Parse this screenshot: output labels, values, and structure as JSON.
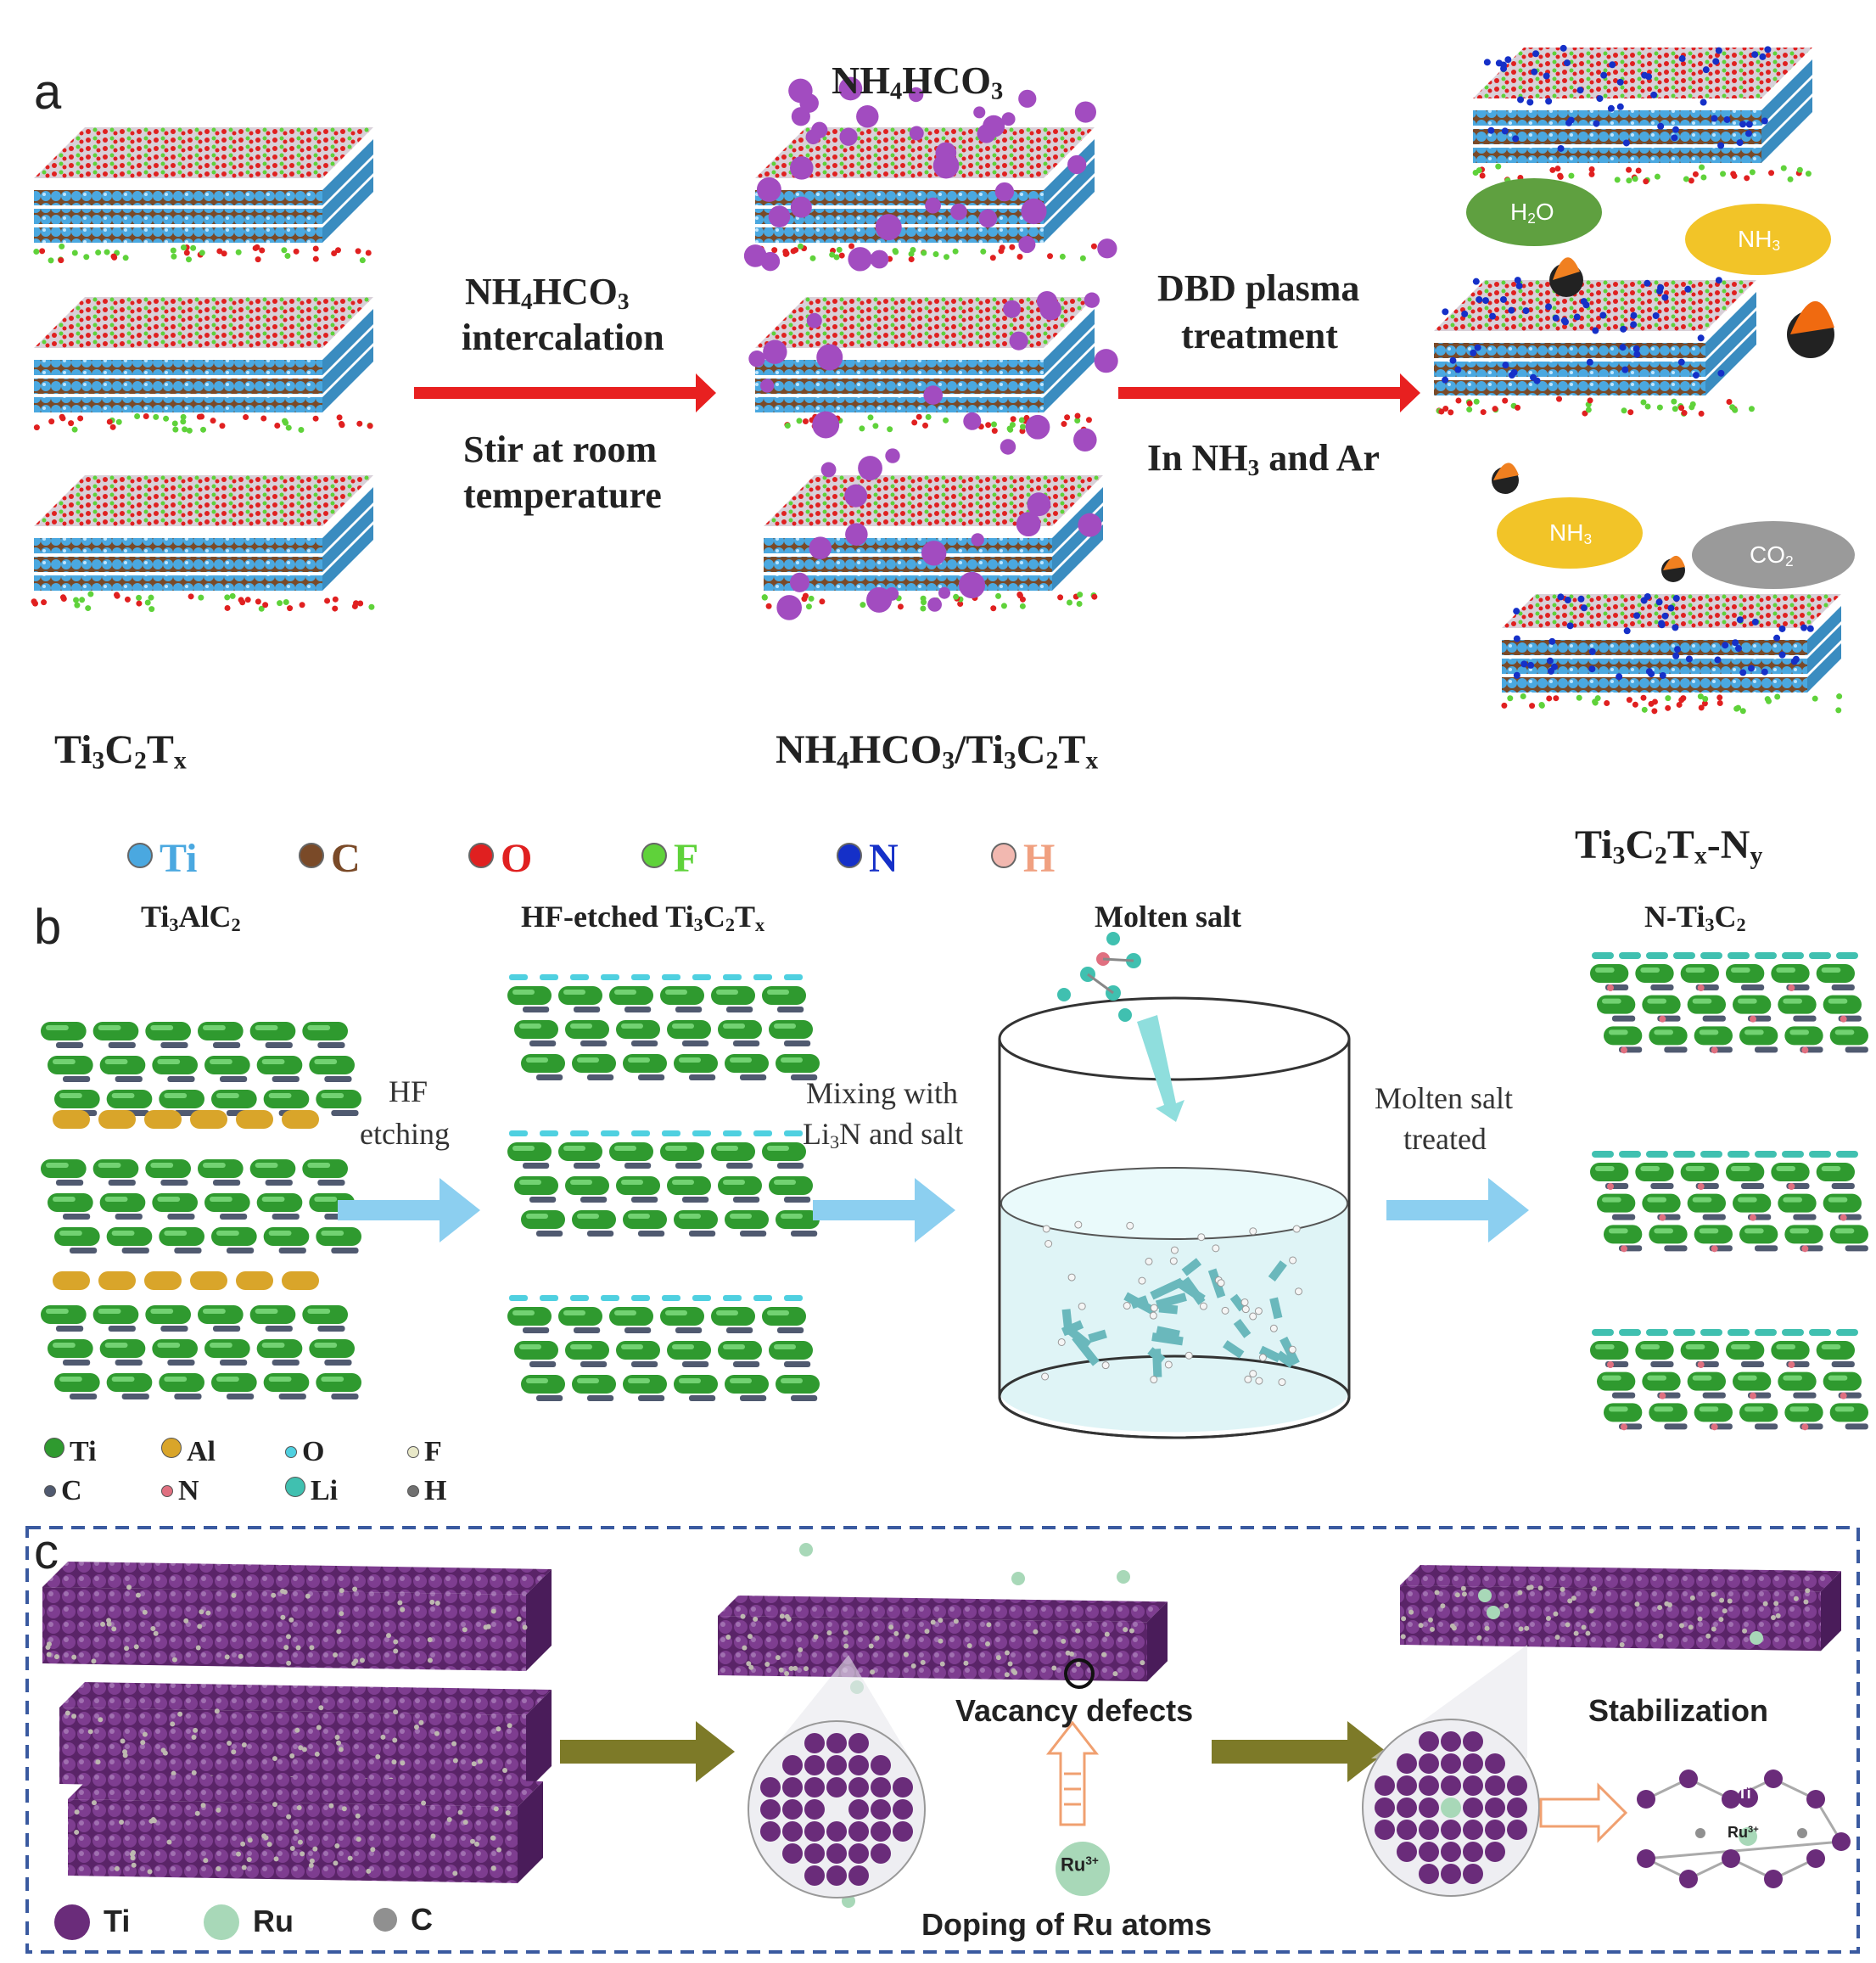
{
  "panels": {
    "a": "a",
    "b": "b",
    "c": "c"
  },
  "panel_a": {
    "reagent_top": "NH4HCO3",
    "step1_line1": "NH4HCO3",
    "step1_line2": "intercalation",
    "step1_line3": "Stir at room",
    "step1_line4": "temperature",
    "step2_line1": "DBD plasma",
    "step2_line2": "treatment",
    "step2_line3": "In NH3 and Ar",
    "label_left": "Ti3C2Tx",
    "label_mid": "NH4HCO3/Ti3C2Tx",
    "label_right": "Ti3C2Tx-Ny",
    "clouds": [
      "H2O",
      "NH3",
      "NH3",
      "CO2"
    ],
    "legend": [
      "Ti",
      "C",
      "O",
      "F",
      "N",
      "H"
    ],
    "legend_colors": [
      "#4aa8e0",
      "#7a4a28",
      "#e02020",
      "#5fd23a",
      "#1530c8",
      "#f2b8b0"
    ]
  },
  "panel_b": {
    "titles": [
      "Ti3AlC2",
      "HF-etched Ti3C2Tx",
      "Molten salt",
      "N-Ti3C2"
    ],
    "step1": [
      "HF",
      "etching"
    ],
    "step2": [
      "Mixing with",
      "Li3N and salt"
    ],
    "step3": [
      "Molten salt",
      "treated"
    ],
    "legend": [
      "Ti",
      "Al",
      "O",
      "F",
      "C",
      "N",
      "Li",
      "H"
    ],
    "legend_colors": [
      "#2f9a2f",
      "#d9a52a",
      "#4fd0e0",
      "#e8e8c8",
      "#505a70",
      "#e07080",
      "#40c0b0",
      "#707070"
    ]
  },
  "panel_c": {
    "vacancy": "Vacancy defects",
    "stabilization": "Stabilization",
    "doping": "Doping of Ru atoms",
    "ion": "Ru3+",
    "ti_mark": "Ti",
    "legend": [
      "Ti",
      "Ru",
      "C"
    ],
    "legend_colors": [
      "#6a2c7a",
      "#a8d8b8",
      "#909090"
    ]
  },
  "colors": {
    "arrow_red": "#e82020",
    "arrow_blue": "#8ccff0",
    "arrow_olive": "#7d7a28",
    "dashed_border": "#3a5aa0",
    "ti_blue": "#4aa8e0",
    "ti_green": "#2f9a2f",
    "ti_purple": "#6a2c7a"
  }
}
